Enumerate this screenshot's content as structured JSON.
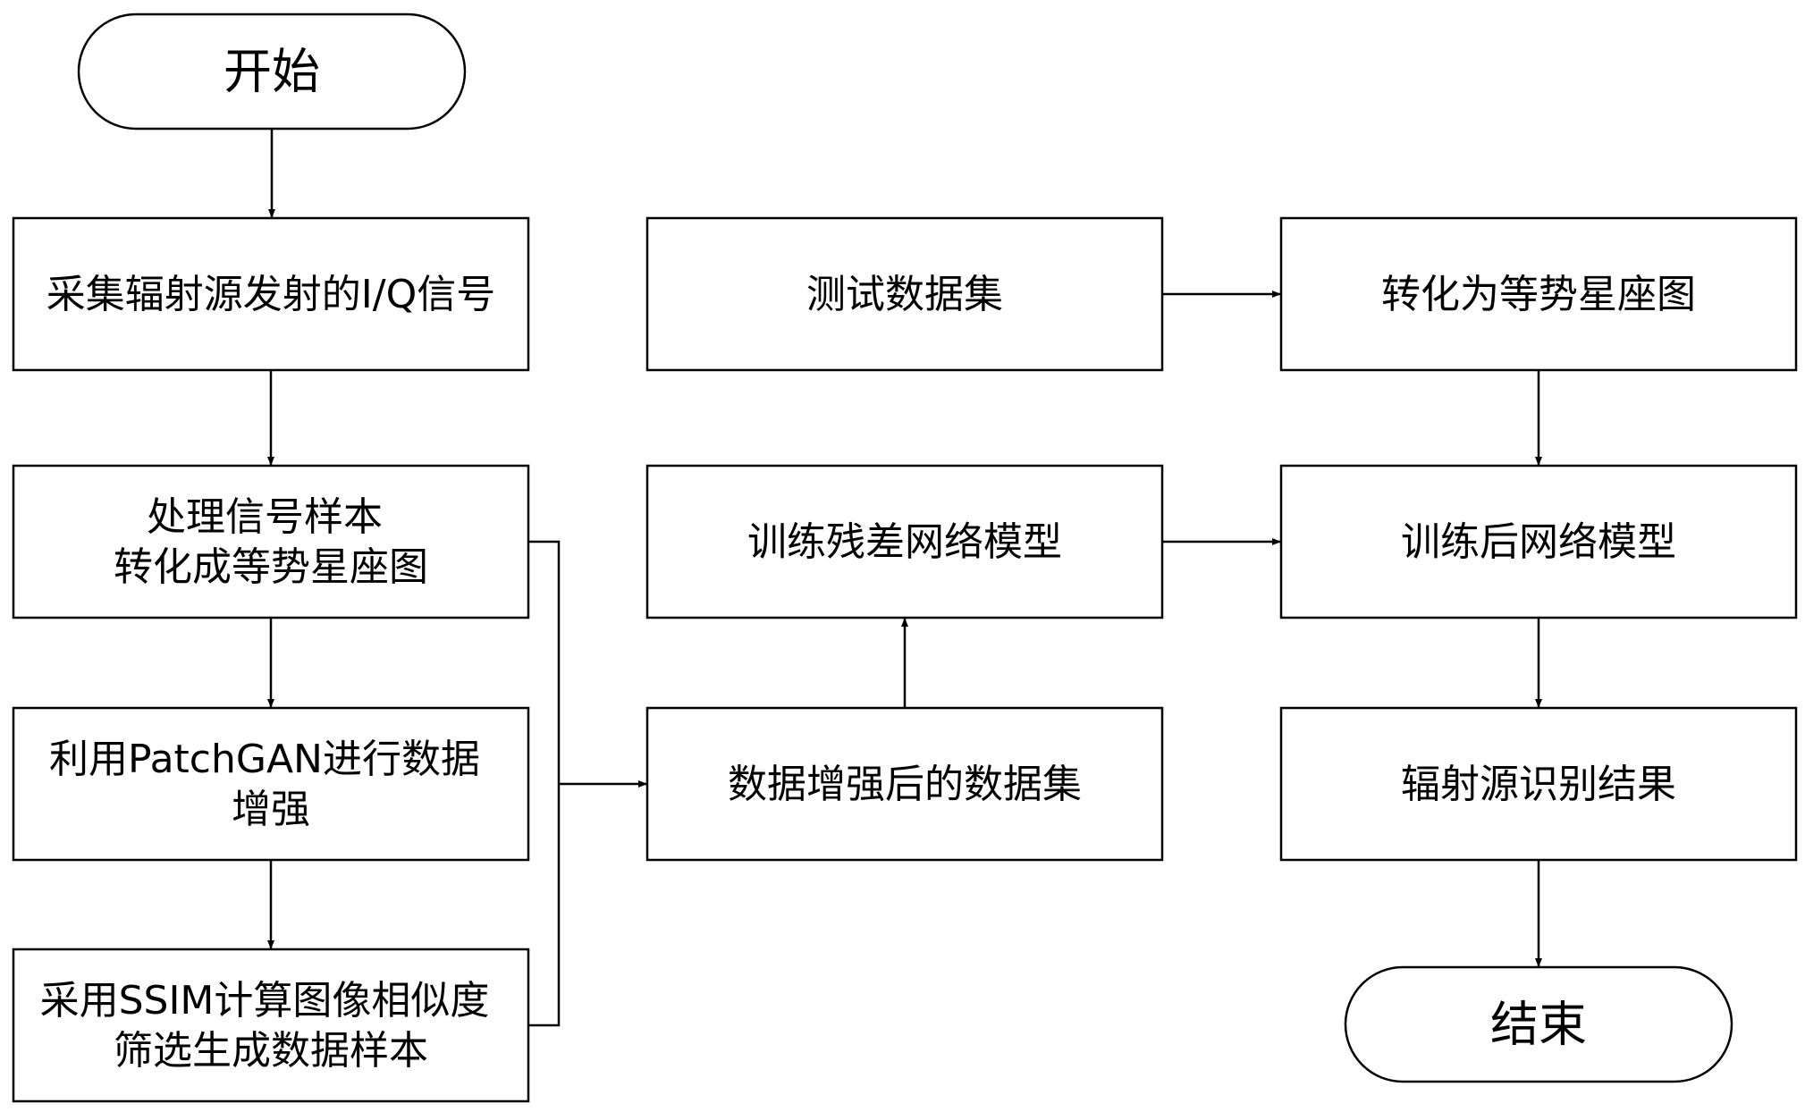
{
  "flowchart": {
    "start": "开始",
    "end": "结束",
    "left_column": {
      "collect": [
        "采集辐射源发射的I/Q信号"
      ],
      "process": [
        "处理信号样本",
        "转化成等势星座图"
      ],
      "augment": [
        "利用PatchGAN进行数据",
        "增强"
      ],
      "filter": [
        "采用SSIM计算图像相似度",
        "筛选生成数据样本"
      ]
    },
    "middle_column": {
      "test_set": [
        "测试数据集"
      ],
      "train_model": [
        "训练残差网络模型"
      ],
      "augmented_set": [
        "数据增强后的数据集"
      ]
    },
    "right_column": {
      "convert": [
        "转化为等势星座图"
      ],
      "trained_model": [
        "训练后网络模型"
      ],
      "result": [
        "辐射源识别结果"
      ]
    }
  }
}
